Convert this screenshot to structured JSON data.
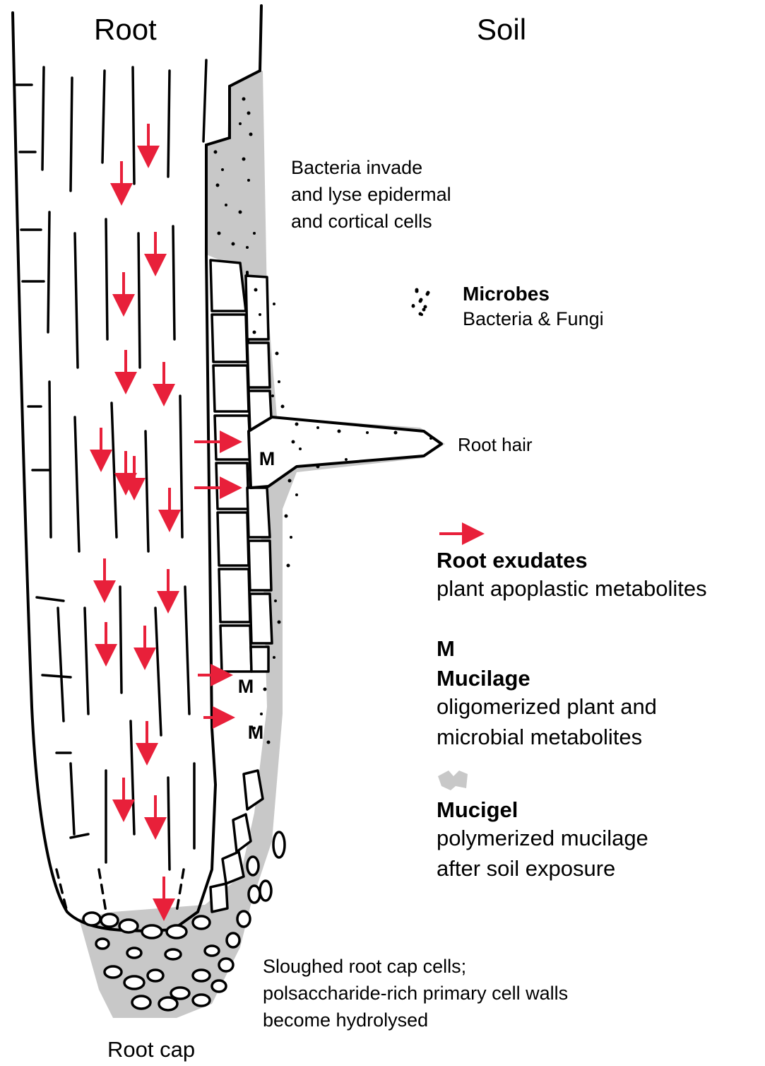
{
  "labels": {
    "root": "Root",
    "soil": "Soil",
    "bacteria_note": [
      "Bacteria invade",
      "and lyse epidermal",
      "and cortical cells"
    ],
    "root_hair": "Root hair",
    "root_cap": "Root cap",
    "sloughed_note": [
      "Sloughed root cap cells;",
      "polsaccharide-rich primary cell walls",
      "become hydrolysed"
    ],
    "mucilage_marker": "M"
  },
  "legend": {
    "microbes": {
      "title": "Microbes",
      "desc": "Bacteria & Fungi",
      "icon": "microbe-dots-icon"
    },
    "exudates": {
      "title": "Root exudates",
      "desc": "plant apoplastic metabolites",
      "icon": "red-arrow-icon"
    },
    "mucilage": {
      "symbol": "M",
      "title": "Mucilage",
      "desc": [
        "oligomerized plant and",
        "microbial metabolites"
      ]
    },
    "mucigel": {
      "title": "Mucigel",
      "desc": [
        "polymerized mucilage",
        "after soil exposure"
      ],
      "icon": "mucigel-patch-icon"
    }
  },
  "colors": {
    "exudate_arrow": "#e8203a",
    "mucigel": "#c8c8c8",
    "outline": "#000000"
  }
}
